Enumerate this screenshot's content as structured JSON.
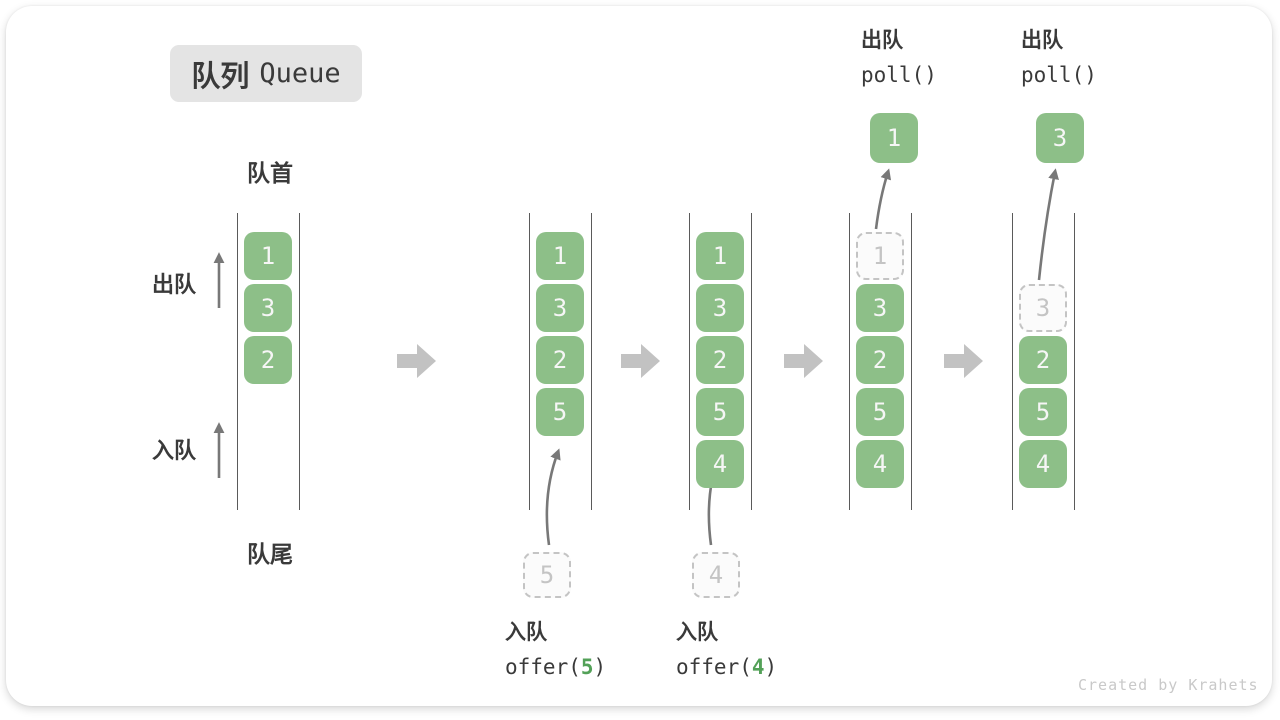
{
  "title": {
    "zh": "队列",
    "en": "Queue"
  },
  "labels": {
    "front": "队首",
    "rear": "队尾",
    "dequeue_side": "出队",
    "enqueue_side": "入队"
  },
  "ops": {
    "enq1": {
      "label": "入队",
      "fn": "offer(",
      "arg": "5",
      "close": ")"
    },
    "enq2": {
      "label": "入队",
      "fn": "offer(",
      "arg": "4",
      "close": ")"
    },
    "deq1": {
      "label": "出队",
      "code": "poll()"
    },
    "deq2": {
      "label": "出队",
      "code": "poll()"
    }
  },
  "queues": {
    "q1": {
      "s1": "1",
      "s2": "3",
      "s3": "2"
    },
    "q2": {
      "s1": "1",
      "s2": "3",
      "s3": "2",
      "s4": "5",
      "pending": "5"
    },
    "q3": {
      "s1": "1",
      "s2": "3",
      "s3": "2",
      "s4": "5",
      "s5": "4",
      "pending": "4"
    },
    "q4": {
      "s1": "1",
      "s2": "3",
      "s3": "2",
      "s4": "5",
      "s5": "4",
      "popped": "1"
    },
    "q5": {
      "s2": "3",
      "s3": "2",
      "s4": "5",
      "s5": "4",
      "popped": "3"
    }
  },
  "watermark": "Created by Krahets",
  "colors": {
    "box_green": "#8dbf88",
    "box_text": "#f6f6f6",
    "code_green": "#53a158",
    "dashed_gray": "#c4c4c4",
    "text_dark": "#3a3a3a",
    "thin_arrow": "#787878",
    "block_arrow": "#c2c2c2",
    "badge_bg": "#e4e4e4",
    "container_line": "#5a5a5a"
  }
}
